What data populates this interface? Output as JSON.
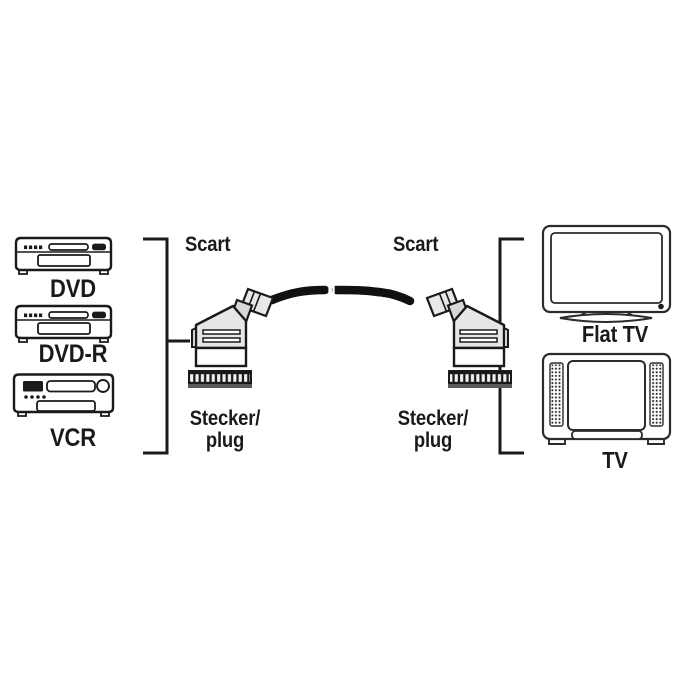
{
  "diagram": {
    "title": "SCART cable connection diagram",
    "background_color": "#ffffff",
    "line_color": "#1a1a1a",
    "label_color": "#1a1a1a",
    "cable_color": "#111111"
  },
  "sources": {
    "bracket_name": "source-devices-bracket",
    "devices": [
      {
        "id": "dvd",
        "label": "DVD",
        "icon": "dvd-player-icon"
      },
      {
        "id": "dvd-r",
        "label": "DVD-R",
        "icon": "dvd-recorder-icon"
      },
      {
        "id": "vcr",
        "label": "VCR",
        "icon": "vcr-icon"
      }
    ]
  },
  "displays": {
    "bracket_name": "display-devices-bracket",
    "devices": [
      {
        "id": "flat-tv",
        "label": "Flat TV",
        "icon": "flat-tv-icon"
      },
      {
        "id": "tv",
        "label": "TV",
        "icon": "crt-tv-icon"
      }
    ]
  },
  "cable": {
    "name": "scart-cable",
    "break_marker": true,
    "connectors": [
      {
        "id": "left",
        "type_label": "Scart",
        "plug_label": "Stecker/\nplug",
        "icon": "scart-plug-icon"
      },
      {
        "id": "right",
        "type_label": "Scart",
        "plug_label": "Stecker/\nplug",
        "icon": "scart-plug-icon"
      }
    ]
  }
}
